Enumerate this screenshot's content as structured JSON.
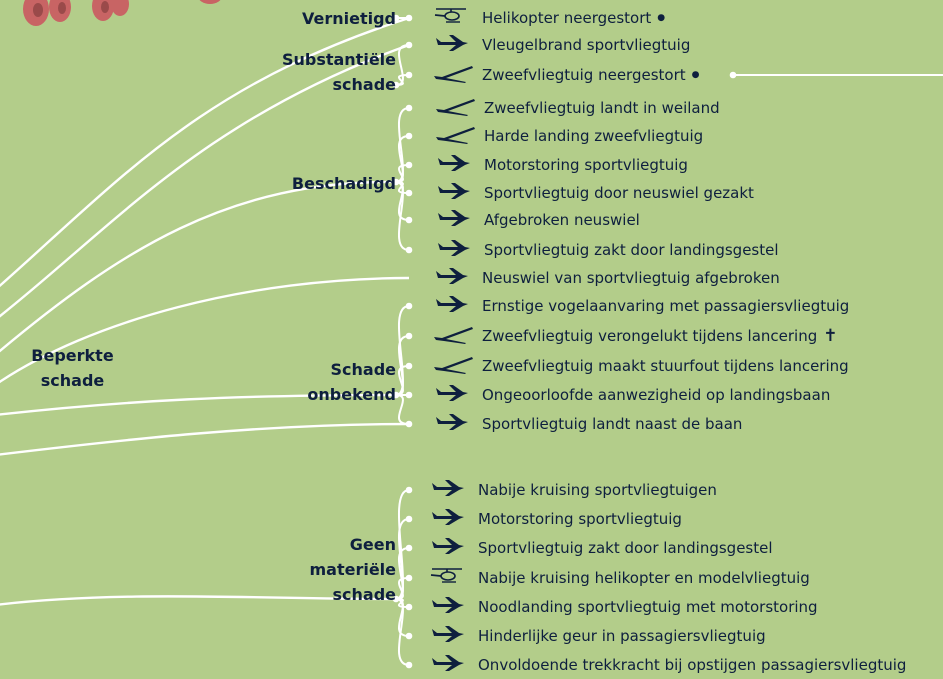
{
  "colors": {
    "background": "#b3cd8a",
    "lines": "#ffffff",
    "text": "#0e1f3e",
    "tires": "#c86464"
  },
  "groups": {
    "vernietigd": "Vernietigd",
    "substantiele": "Substantiële\nschade",
    "beschadigd": "Beschadigd",
    "beperkte": "Beperkte\nschade",
    "onbekend": "Schade\nonbekend",
    "geen": "Geen\nmateriële\nschade"
  },
  "events": [
    {
      "icon": "helicopter-icon",
      "label": "Helikopter neergestort",
      "mark": "fire"
    },
    {
      "icon": "plane-icon",
      "label": "Vleugelbrand sportvliegtuig"
    },
    {
      "icon": "glider-icon",
      "label": "Zweefvliegtuig neergestort",
      "mark": "fire"
    },
    {
      "icon": "glider-icon",
      "label": "Zweefvliegtuig landt in weiland"
    },
    {
      "icon": "glider-icon",
      "label": "Harde landing zweefvliegtuig"
    },
    {
      "icon": "plane-icon",
      "label": "Motorstoring sportvliegtuig"
    },
    {
      "icon": "plane-icon",
      "label": "Sportvliegtuig door neuswiel gezakt"
    },
    {
      "icon": "plane-icon",
      "label": "Afgebroken neuswiel"
    },
    {
      "icon": "plane-icon",
      "label": "Sportvliegtuig zakt door landingsgestel"
    },
    {
      "icon": "plane-icon",
      "label": "Neuswiel van sportvliegtuig afgebroken"
    },
    {
      "icon": "plane-icon",
      "label": "Ernstige vogelaanvaring met passagiersvliegtuig"
    },
    {
      "icon": "glider-icon",
      "label": "Zweefvliegtuig verongelukt tijdens lancering",
      "mark": "cross"
    },
    {
      "icon": "glider-icon",
      "label": "Zweefvliegtuig maakt stuurfout tijdens lancering"
    },
    {
      "icon": "plane-icon",
      "label": "Ongeoorloofde aanwezigheid op landingsbaan"
    },
    {
      "icon": "plane-icon",
      "label": "Sportvliegtuig landt naast de baan"
    },
    {
      "icon": "plane-icon",
      "label": "Nabije kruising sportvliegtuigen"
    },
    {
      "icon": "plane-icon",
      "label": "Motorstoring sportvliegtuig"
    },
    {
      "icon": "plane-icon",
      "label": "Sportvliegtuig zakt door landingsgestel"
    },
    {
      "icon": "helicopter-icon",
      "label": "Nabije kruising helikopter en modelvliegtuig"
    },
    {
      "icon": "plane-icon",
      "label": "Noodlanding sportvliegtuig met motorstoring"
    },
    {
      "icon": "plane-icon",
      "label": "Hinderlijke geur in passagiersvliegtuig"
    },
    {
      "icon": "plane-icon",
      "label": "Onvoldoende trekkracht bij opstijgen passagiersvliegtuig"
    }
  ]
}
